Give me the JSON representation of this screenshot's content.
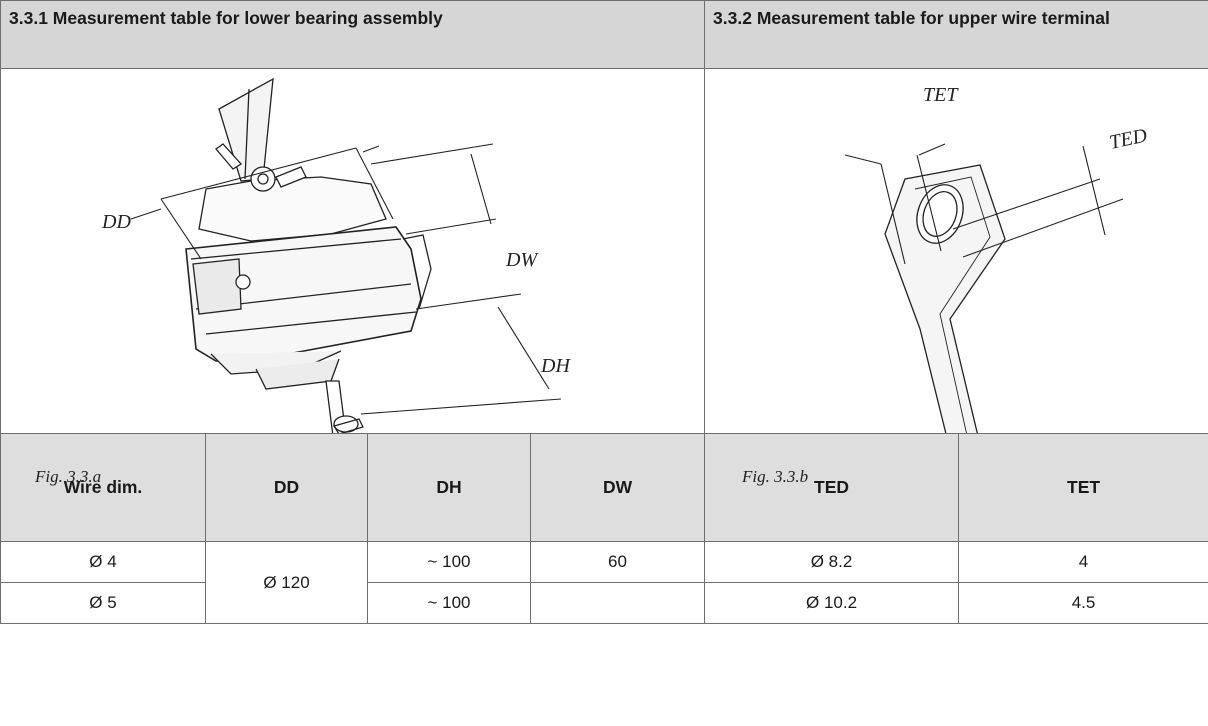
{
  "sections": {
    "lower": {
      "title": "3.3.1  Measurement table for lower bearing assembly",
      "figure_caption": "Fig. 3.3.a",
      "dims": {
        "dd": "DD",
        "dw": "DW",
        "dh": "DH"
      }
    },
    "upper": {
      "title": "3.3.2  Measurement table for upper wire terminal",
      "figure_caption": "Fig. 3.3.b",
      "dims": {
        "tet": "TET",
        "ted": "TED"
      }
    }
  },
  "table": {
    "headers": [
      "Wire dim.",
      "DD",
      "DH",
      "DW",
      "TED",
      "TET"
    ],
    "rows": [
      {
        "wire": "Ø 4",
        "dd": "Ø 120",
        "dh": "~ 100",
        "dw": "60",
        "ted": "Ø 8.2",
        "tet": "4"
      },
      {
        "wire": "Ø 5",
        "dh": "~ 100",
        "dw": "",
        "ted": "Ø 10.2",
        "tet": "4.5"
      }
    ]
  }
}
